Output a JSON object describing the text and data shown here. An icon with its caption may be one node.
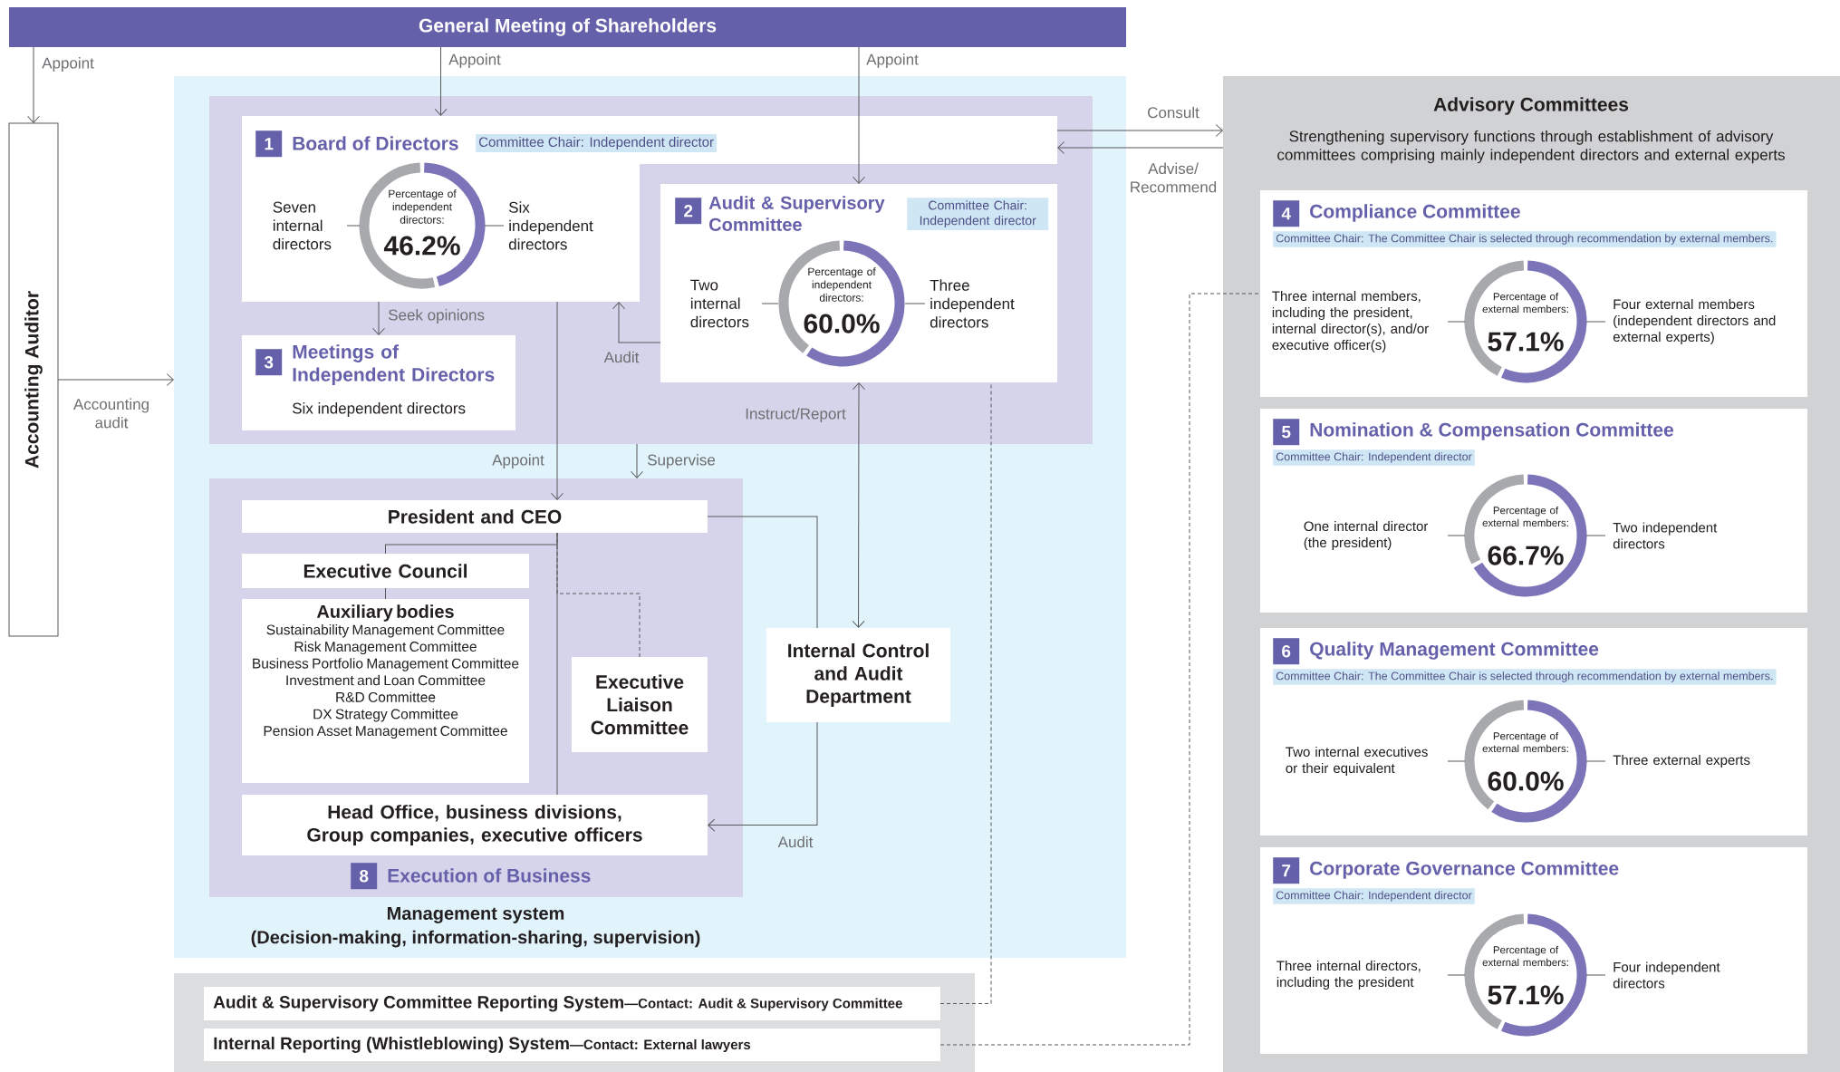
{
  "diagram": {
    "nodes": [
      {
        "text": [
          "General Meeting of Shareholders"
        ]
      },
      {
        "text": [
          "Accounting Auditor"
        ]
      },
      {
        "text": [
          "Management system",
          "(Decision-making, information-sharing, supervision)"
        ]
      },
      {
        "text": [],
        "shape": "box",
        "in": 2
      },
      {
        "text": [
          "1",
          "Board of Directors",
          "Committee Chair: Independent director",
          "Seven internal directors",
          "Percentage of independent directors:",
          "46.2%",
          "Six independent directors"
        ],
        "in": 3
      },
      {
        "text": [
          "2",
          "Audit & Supervisory Committee",
          "Committee Chair: Independent director",
          "Two internal directors",
          "Percentage of independent directors:",
          "60.0%",
          "Three independent directors"
        ],
        "in": 3
      },
      {
        "text": [
          "3",
          "Meetings of Independent Directors",
          "Six independent directors"
        ],
        "in": 3
      },
      {
        "text": [
          "8",
          "Execution of Business"
        ],
        "in": 2
      },
      {
        "text": [
          "President and CEO"
        ],
        "in": 7
      },
      {
        "text": [
          "Executive Council"
        ],
        "in": 7
      },
      {
        "text": [
          "Auxiliary bodies",
          "Sustainability Management Committee",
          "Risk Management Committee",
          "Business Portfolio Management Committee",
          "Investment and Loan Committee",
          "R&D Committee",
          "DX Strategy Committee",
          "Pension Asset Management Committee"
        ],
        "in": 7
      },
      {
        "text": [
          "Executive Liaison Committee"
        ],
        "in": 7
      },
      {
        "text": [
          "Head Office, business divisions, Group companies, executive officers"
        ],
        "in": 7
      },
      {
        "text": [
          "Internal Control and Audit Department"
        ],
        "in": 2
      },
      {
        "text": [],
        "shape": "box"
      },
      {
        "text": [
          "Audit & Supervisory Committee Reporting System",
          "—Contact: Audit & Supervisory Committee"
        ],
        "in": 14
      },
      {
        "text": [
          "Internal Reporting (Whistleblowing) System",
          "—Contact: External lawyers"
        ],
        "in": 14
      },
      {
        "text": [
          "Advisory Committees",
          "Strengthening supervisory functions through establishment of advisory committees comprising mainly independent directors and external experts"
        ]
      },
      {
        "text": [
          "4",
          "Compliance Committee",
          "Committee Chair: The Committee Chair is selected through recommendation by external members.",
          "Three internal members, including the president, internal director(s), and/or executive officer(s)",
          "Percentage of external members:",
          "57.1%",
          "Four external members (independent directors and external experts)"
        ],
        "in": 17
      },
      {
        "text": [
          "5",
          "Nomination & Compensation Committee",
          "Committee Chair: Independent director",
          "One internal director (the president)",
          "Percentage of external members:",
          "66.7%",
          "Two independent directors"
        ],
        "in": 17
      },
      {
        "text": [
          "6",
          "Quality Management Committee",
          "Committee Chair: The Committee Chair is selected through recommendation by external members.",
          "Two internal executives or their equivalent",
          "Percentage of external members:",
          "60.0%",
          "Three external experts"
        ],
        "in": 17
      },
      {
        "text": [
          "7",
          "Corporate Governance Committee",
          "Committee Chair: Independent director",
          "Three internal directors, including the president",
          "Percentage of external members:",
          "57.1%",
          "Four independent directors"
        ],
        "in": 17
      }
    ],
    "edges": [
      {
        "from": 0,
        "to": 1,
        "arrow": "to",
        "label": "Appoint"
      },
      {
        "from": 0,
        "to": 4,
        "arrow": "to",
        "label": "Appoint"
      },
      {
        "from": 0,
        "to": 5,
        "arrow": "to",
        "label": "Appoint"
      },
      {
        "from": 1,
        "to": 2,
        "arrow": "to",
        "label": "Accounting audit"
      },
      {
        "from": 4,
        "to": 6,
        "arrow": "to",
        "label": "Seek opinions"
      },
      {
        "from": 5,
        "to": 4,
        "arrow": "to",
        "label": "Audit"
      },
      {
        "from": 4,
        "to": 8,
        "arrow": "to",
        "label": "Appoint"
      },
      {
        "from": 3,
        "to": 7,
        "arrow": "to",
        "label": "Supervise"
      },
      {
        "from": 5,
        "to": 13,
        "arrow": "both",
        "label": "Instruct/Report"
      },
      {
        "from": 8,
        "to": 13,
        "arrow": "none"
      },
      {
        "from": 13,
        "to": 12,
        "arrow": "to",
        "label": "Audit"
      },
      {
        "from": 8,
        "to": 9,
        "arrow": "none"
      },
      {
        "from": 8,
        "to": 12,
        "arrow": "none"
      },
      {
        "from": 9,
        "to": 10,
        "arrow": "none"
      },
      {
        "from": 8,
        "to": 11,
        "arrow": "none",
        "style": "dashed"
      },
      {
        "from": 4,
        "to": 17,
        "arrow": "to",
        "label": "Consult"
      },
      {
        "from": 17,
        "to": 4,
        "arrow": "to",
        "label": "Advise/ Recommend"
      },
      {
        "from": 15,
        "to": 5,
        "arrow": "none",
        "style": "dashed"
      },
      {
        "from": 16,
        "to": 18,
        "arrow": "none",
        "style": "dashed"
      }
    ]
  }
}
